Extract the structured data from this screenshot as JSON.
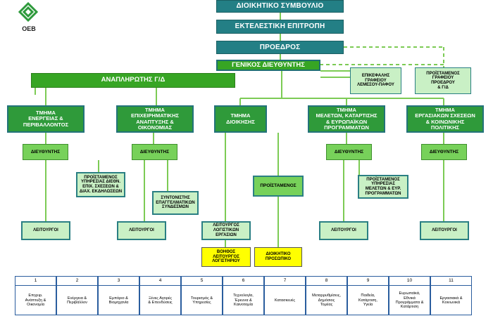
{
  "logo": {
    "text": "ΟΕΒ",
    "color": "#2e9a3c"
  },
  "board": "ΔΙΟΙΚΗΤΙΚΟ ΣΥΜΒΟΥΛΙΟ",
  "executive": "ΕΚΤΕΛΕΣΤΙΚΗ ΕΠΙΤΡΟΠΗ",
  "president": "ΠΡΟΕΔΡΟΣ",
  "general_director": "ΓΕΝΙΚΟΣ ΔΙΕΥΘΥΝΤΗΣ",
  "deputy_director": "ΑΝΑΠΛΗΡΩΤΗΣ Γ/Δ",
  "limassol_office": "ΕΠΙΚΕΦΑΛΗΣ\nΓΡΑΦΕΙΟΥ\nΛΕΜΕΣΟΥ-ΠΑΦΟΥ",
  "president_office": "ΠΡΟΪΣΤΑΜΕΝΟΣ\nΓΡΑΦΕΙΟΥ\nΠΡΟΕΔΡΟΥ\n& Γ/Δ",
  "departments": [
    "ΤΜΗΜΑ\nΕΝΕΡΓΕΙΑΣ &\nΠΕΡΙΒΑΛΛΟΝΤΟΣ",
    "ΤΜΗΜΑ\nΕΠΙΧΕΙΡΗΜΑΤΙΚΗΣ\nΑΝΑΠΤΥΞΗΣ &\nΟΙΚΟΝΟΜΙΑΣ",
    "ΤΜΗΜΑ\nΔΙΟΙΚΗΣΗΣ",
    "ΤΜΗΜΑ\nΜΕΛΕΤΩΝ, ΚΑΤΑΡΤΙΣΗΣ\n& ΕΥΡΩΠΑΪΚΩΝ\nΠΡΟΓΡΑΜΜΑΤΩΝ",
    "ΤΜΗΜΑ\nΕΡΓΑΣΙΑΚΩΝ ΣΧΕΣΕΩΝ\n& ΚΟΙΝΩΝΙΚΗΣ\nΠΟΛΙΤΙΚΗΣ"
  ],
  "director": "ΔΙΕΥΘΥΝΤΗΣ",
  "officers": "ΛΕΙΤΟΥΡΓΟΙ",
  "intl_relations_head": "ΠΡΟΪΣΤΑΜΕΝΟΣ\nΥΠΗΡΕΣΙΑΣ ΔΙΕΘΝ.\nΕΠΙΧ. ΣΧΕΣΕΩΝ &\nΔΙΑΧ. ΕΚΔΗΛΩΣΕΩΝ",
  "associations_coordinator": "ΣΥΝΤΟΝΙΣΤΗΣ\nΕΠΑΓΓΕΛΜΑΤΙΚΩΝ\nΣΥΝΔΕΣΜΩΝ",
  "admin_head": "ΠΡΟΪΣΤΑΜΕΝΟΣ",
  "accounting_officer": "ΛΕΙΤΟΥΡΓΟΣ\nΛΟΓΙΣΤΙΚΩΝ\nΕΡΓΑΣΙΩΝ",
  "accounting_assistant": "ΒΟΗΘΟΣ\nΛΕΙΤΟΥΡΓΟΣ\nΛΟΓΙΣΤΗΡΙΟΥ",
  "admin_staff": "ΔΙΟΙΚΗΤΙΚΟ\nΠΡΟΣΩΠΙΚΟ",
  "studies_head": "ΠΡΟΪΣΤΑΜΕΝΟΣ\nΥΠΗΡΕΣΙΑΣ\nΜΕΛΕΤΩΝ & ΕΥΡ.\nΠΡΟΓΡΑΜΜΑΤΩΝ",
  "sectors": [
    {
      "num": "1",
      "label": "Επιχειρ.\nΑνάπτυξη &\nΟικονομία"
    },
    {
      "num": "2",
      "label": "Ενέργεια &\nΠεριβάλλον"
    },
    {
      "num": "3",
      "label": "Εμπόριο &\nΒιομηχανία"
    },
    {
      "num": "4",
      "label": "Ξένες Αγορές\n& Επενδύσεις"
    },
    {
      "num": "5",
      "label": "Τουρισμός &\nΥπηρεσίες"
    },
    {
      "num": "6",
      "label": "Τεχνολογία,\nΈρευνα &\nΚαινοτομία"
    },
    {
      "num": "7",
      "label": "Κατασκευές"
    },
    {
      "num": "8",
      "label": "Μεταρρυθμίσεις,\nΔημόσιος\nΤομέας"
    },
    {
      "num": "9",
      "label": "Παιδεία,\nΚατάρτιση,\nΥγεία"
    },
    {
      "num": "10",
      "label": "Ευρωπαϊκά,\nΕθνικά\nΠρογράμματα &\nΚατάρτιση"
    },
    {
      "num": "11",
      "label": "Εργασιακά &\nΚοινωνικά"
    }
  ]
}
